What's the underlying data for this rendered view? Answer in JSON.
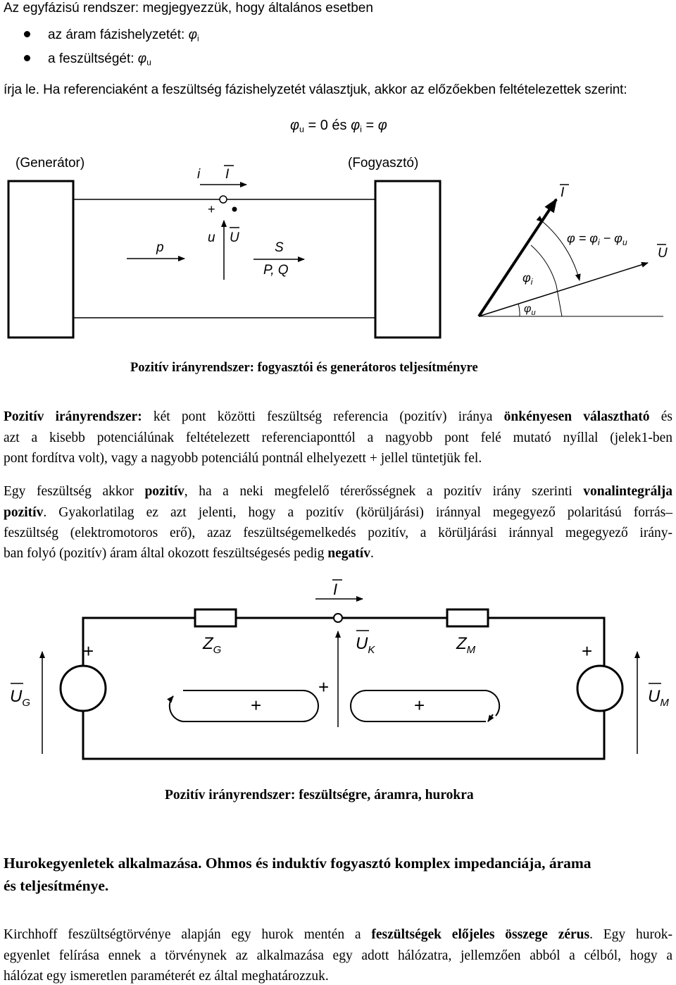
{
  "intro": {
    "line1": "Az egyfázisú rendszer: megjegyezzük, hogy általános esetben",
    "bullets": [
      {
        "text": "az áram fázishelyzetét: ",
        "symbol": "φ",
        "sub": "i"
      },
      {
        "text": "a feszültségét: ",
        "symbol": "φ",
        "sub": "u"
      }
    ],
    "line2": "írja le. Ha referenciaként a feszültség fázishelyzetét választjuk, akkor az előzőekben feltételezettek szerint:"
  },
  "formula": {
    "phi": "φ",
    "sub_u": "u",
    "eq_zero": " = 0 és ",
    "sub_i": "i",
    "eq": " = ",
    "phi_end": "φ"
  },
  "figure1": {
    "generator_label": "(Generátor)",
    "consumer_label": "(Fogyasztó)",
    "i_label": "i",
    "I_label": "I",
    "plus": "+",
    "u_label": "u",
    "U_label": "U",
    "p_label": "p",
    "S_label": "S",
    "PQ_label": "P, Q",
    "phasor_I": "I",
    "phasor_U": "U",
    "phi_formula": "φ = φ",
    "phi_formula_i": "i",
    "phi_formula_minus": " − φ",
    "phi_formula_u": "u",
    "phi_i": "φ",
    "phi_i_sub": "i",
    "phi_u": "φ",
    "phi_u_sub": "u"
  },
  "caption1": "Pozitív irányrendszer: fogyasztói és generátoros teljesítményre",
  "para1": {
    "line1": {
      "bold1": "Pozitív irányrendszer:",
      "text1": " két pont közötti feszültség referencia (pozitív) iránya ",
      "bold2": "önkényesen választható",
      "text2": " és"
    },
    "line2": "azt a kisebb potenciálúnak feltételezett referenciaponttól a nagyobb pont felé mutató nyíllal (jelek1-ben",
    "line3": "pont fordítva volt), vagy a nagyobb potenciálú pontnál elhelyezett + jellel tüntetjük fel."
  },
  "para2": {
    "line1": {
      "text1": "Egy feszültség akkor ",
      "bold1": "pozitív",
      "text2": ", ha a neki megfelelő térerősségnek a pozitív irány szerinti ",
      "bold2": "vonalintegrálja"
    },
    "line2": {
      "bold1": "pozitív",
      "text1": ". Gyakorlatilag ez azt jelenti, hogy a pozitív (körüljárási) iránnyal megegyező polaritású forrás–"
    },
    "line3": "feszültség (elektromotoros erő), azaz feszültségemelkedés pozitív, a körüljárási iránnyal megegyező irány-",
    "line4": {
      "text1": "ban folyó (pozitív) áram által okozott feszültségesés pedig ",
      "bold1": "negatív",
      "text2": "."
    }
  },
  "figure2": {
    "I_label": "I",
    "ZG_label": "Z",
    "ZG_sub": "G",
    "UK_label": "U",
    "UK_sub": "K",
    "ZM_label": "Z",
    "ZM_sub": "M",
    "UG_label": "U",
    "UG_sub": "G",
    "UM_label": "U",
    "UM_sub": "M",
    "plus": "+"
  },
  "caption2": "Pozitív irányrendszer: feszültségre, áramra, hurokra",
  "heading": {
    "line1": "Hurokegyenletek alkalmazása. Ohmos és induktív fogyasztó komplex impedanciája, árama",
    "line2": "és teljesítménye."
  },
  "para3": {
    "line1": {
      "text1": "Kirchhoff feszültségtörvénye alapján egy hurok mentén a ",
      "bold1": "feszültségek előjeles összege zérus",
      "text2": ". Egy hurok-"
    },
    "line2": "egyenlet felírása ennek a törvénynek az alkalmazása egy adott hálózatra, jellemzően abból a célból, hogy a",
    "line3": "hálózat egy ismeretlen paraméterét ez által meghatározzuk."
  }
}
